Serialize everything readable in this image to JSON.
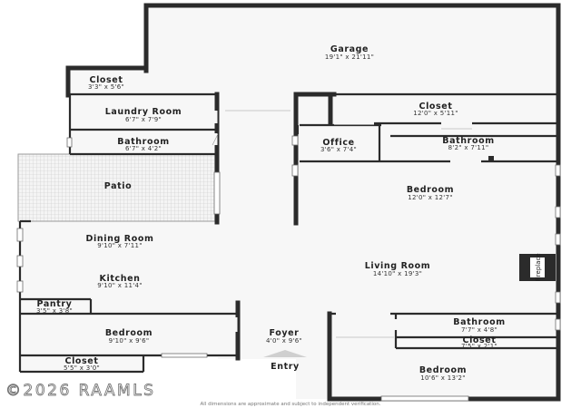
{
  "rooms": [
    {
      "name": "Garage",
      "dims": "19'1\" x 21'11\""
    },
    {
      "name": "Closet",
      "dims": "3'3\" x 5'6\""
    },
    {
      "name": "Laundry Room",
      "dims": "6'7\" x 7'9\""
    },
    {
      "name": "Bathroom",
      "dims": "6'7\" x 4'2\""
    },
    {
      "name": "Closet",
      "dims": "12'0\" x 5'11\""
    },
    {
      "name": "Office",
      "dims": "3'6\" x 7'4\""
    },
    {
      "name": "Bathroom",
      "dims": "8'2\" x 7'11\""
    },
    {
      "name": "Bedroom",
      "dims": "12'0\" x 12'7\""
    },
    {
      "name": "Patio",
      "dims": ""
    },
    {
      "name": "Dining Room",
      "dims": "9'10\" x 7'11\""
    },
    {
      "name": "Kitchen",
      "dims": "9'10\" x 11'4\""
    },
    {
      "name": "Living Room",
      "dims": "14'10\" x 19'3\""
    },
    {
      "name": "Pantry",
      "dims": "3'5\" x 3'8\""
    },
    {
      "name": "Bedroom",
      "dims": "9'10\" x 9'6\""
    },
    {
      "name": "Foyer",
      "dims": "4'0\" x 9'6\""
    },
    {
      "name": "Bathroom",
      "dims": "7'7\" x 4'8\""
    },
    {
      "name": "Closet",
      "dims": "7'5\" x 2'1\""
    },
    {
      "name": "Closet",
      "dims": "5'5\" x 3'0\""
    },
    {
      "name": "Bedroom",
      "dims": "10'6\" x 13'2\""
    }
  ],
  "entry_label": "Entry",
  "fireplace_label": "Fireplace",
  "branding": "©2026 RAAMLS",
  "disclaimer": "All dimensions are approximate and subject to independent verification."
}
